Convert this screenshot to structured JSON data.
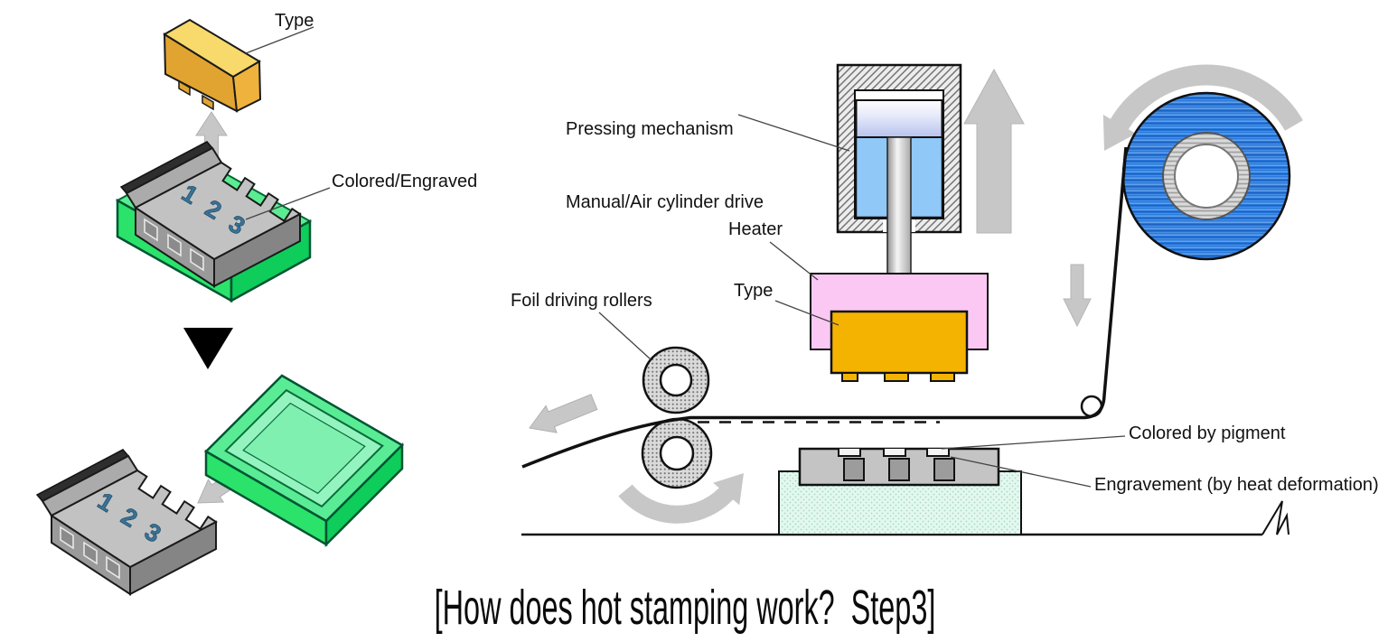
{
  "caption": "[How does hot stamping work?  Step3]",
  "labels": {
    "type_upper": "Type",
    "colored_engraved": "Colored/Engraved",
    "pressing_mechanism": [
      "Pressing mechanism",
      "Manual/Air cylinder drive"
    ],
    "heater": "Heater",
    "type_press": "Type",
    "foil_rollers": "Foil driving rollers",
    "colored_by_pigment": "Colored by pigment",
    "engravement": "Engravement (by heat deformation)"
  },
  "mold_digits": [
    "1",
    "2",
    "3"
  ],
  "icons": {
    "up-arrow-icon": "block arrow up",
    "down-arrow-icon": "block arrow down",
    "eject-arrow-icon": "block arrow down-left",
    "foil-exit-arrow-icon": "block arrow down-left",
    "roll-rotation-arrow-icon": "curved arrow counterclockwise",
    "roller-rotation-arrow-icon": "curved arrow counterclockwise",
    "step-arrow-icon": "solid triangle down"
  },
  "colors": {
    "foil_blue": "#2677DA",
    "heater_pink": "#FBC8F4",
    "type_orange": "#F5B301",
    "type_gold": "#F8D96B",
    "mold_green": "#2BE36A",
    "mold_green_dark": "#0ECD5B",
    "base_mint": "#E3F8EF",
    "digit_blue": "#3B7296",
    "arrow_gray": "#C7C7C7"
  }
}
